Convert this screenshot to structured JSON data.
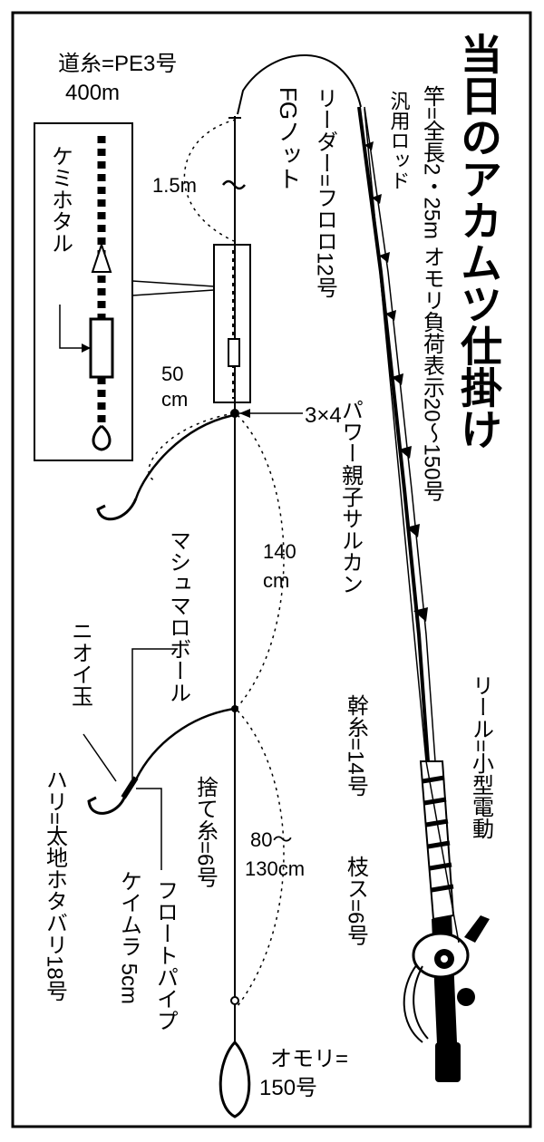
{
  "title": "当日のアカムツ仕掛け",
  "labels": {
    "main_line": "道糸=PE3号",
    "main_line_length": "400m",
    "fg_knot": "FGノット",
    "knot_length": "1.5m",
    "leader": "リーダー=フロロ12号",
    "rod_type": "汎用ロッド",
    "rod_spec": "竿=全長2・25m オモリ負荷表示20～150号",
    "chemical_light": "ケミホタル",
    "swivel": "パワー親子サルカン",
    "swivel_size": "3×4",
    "branch_distance_top_1": "50",
    "branch_distance_top_2": "cm",
    "branch_gap_1": "140",
    "branch_gap_2": "cm",
    "marshmallow_ball": "マシュマロボール",
    "scent_ball": "ニオイ玉",
    "hook": "ハリ=太地ホタバリ18号",
    "float_pipe": "フロートパイプ",
    "float_pipe_spec": "ケイムラ 5cm",
    "drop_line": "捨て糸=6号",
    "drop_length_1": "80～",
    "drop_length_2": "130cm",
    "trunk_line": "幹糸=14号",
    "branch_line": "枝ス=6号",
    "reel": "リール=小型電動",
    "sinker_1": "オモリ=",
    "sinker_2": "150号"
  }
}
